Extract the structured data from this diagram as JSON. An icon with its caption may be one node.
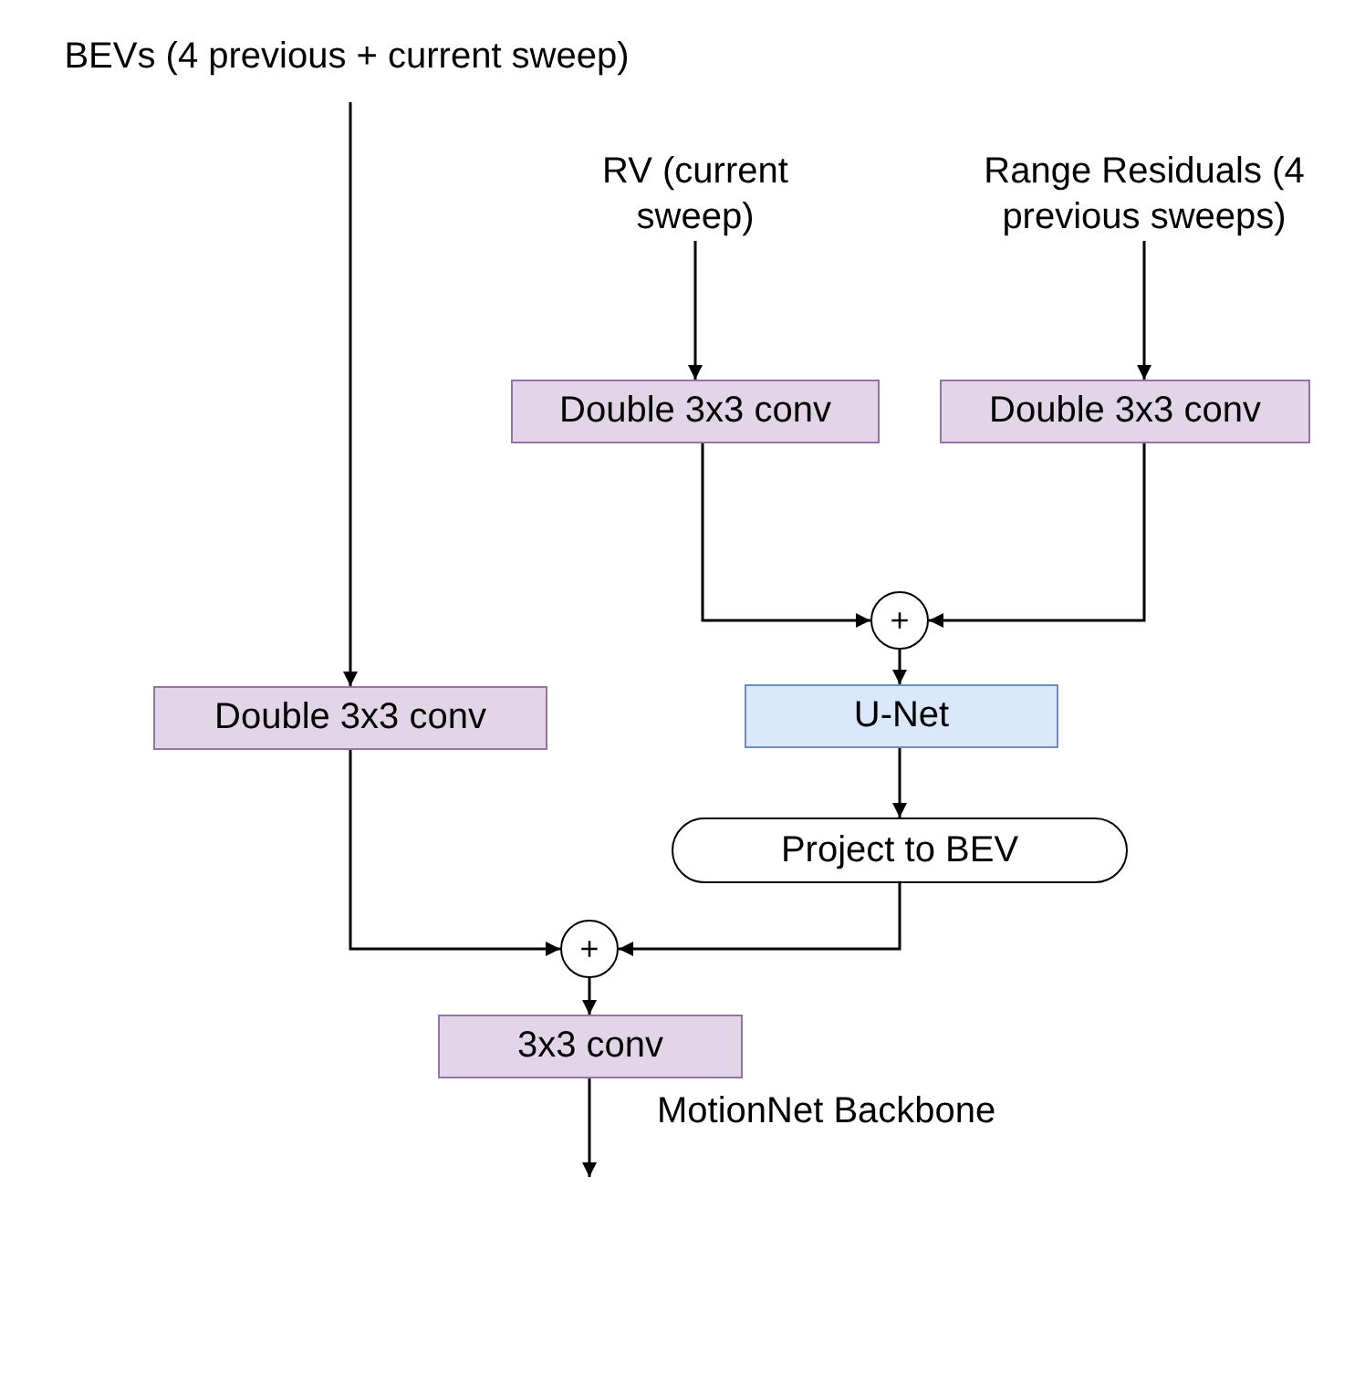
{
  "diagram": {
    "nodes": [
      {
        "text": [
          "BEVs (4 previous + current sweep)"
        ]
      },
      {
        "text": [
          "RV (current sweep)"
        ]
      },
      {
        "text": [
          "Range Residuals (4 previous sweeps)"
        ]
      },
      {
        "text": [
          "Double 3x3 conv"
        ]
      },
      {
        "text": [
          "Double 3x3 conv"
        ]
      },
      {
        "text": [
          "+"
        ]
      },
      {
        "text": [
          "Double 3x3 conv"
        ]
      },
      {
        "text": [
          "U-Net"
        ]
      },
      {
        "text": [
          "Project to BEV"
        ]
      },
      {
        "text": [
          "+"
        ]
      },
      {
        "text": [
          "3x3 conv"
        ]
      }
    ],
    "edges": [
      {
        "from": 0,
        "to": 6,
        "arrow": "to"
      },
      {
        "from": 1,
        "to": 3,
        "arrow": "to"
      },
      {
        "from": 2,
        "to": 4,
        "arrow": "to"
      },
      {
        "from": 3,
        "to": 5,
        "arrow": "to"
      },
      {
        "from": 4,
        "to": 5,
        "arrow": "to"
      },
      {
        "from": 5,
        "to": 7,
        "arrow": "to"
      },
      {
        "from": 7,
        "to": 8,
        "arrow": "to"
      },
      {
        "from": 6,
        "to": 9,
        "arrow": "to"
      },
      {
        "from": 8,
        "to": 9,
        "arrow": "to"
      },
      {
        "from": 9,
        "to": 10,
        "arrow": "to"
      },
      {
        "from": 10,
        "to": null,
        "arrow": "to",
        "label": "MotionNet Backbone"
      }
    ]
  }
}
